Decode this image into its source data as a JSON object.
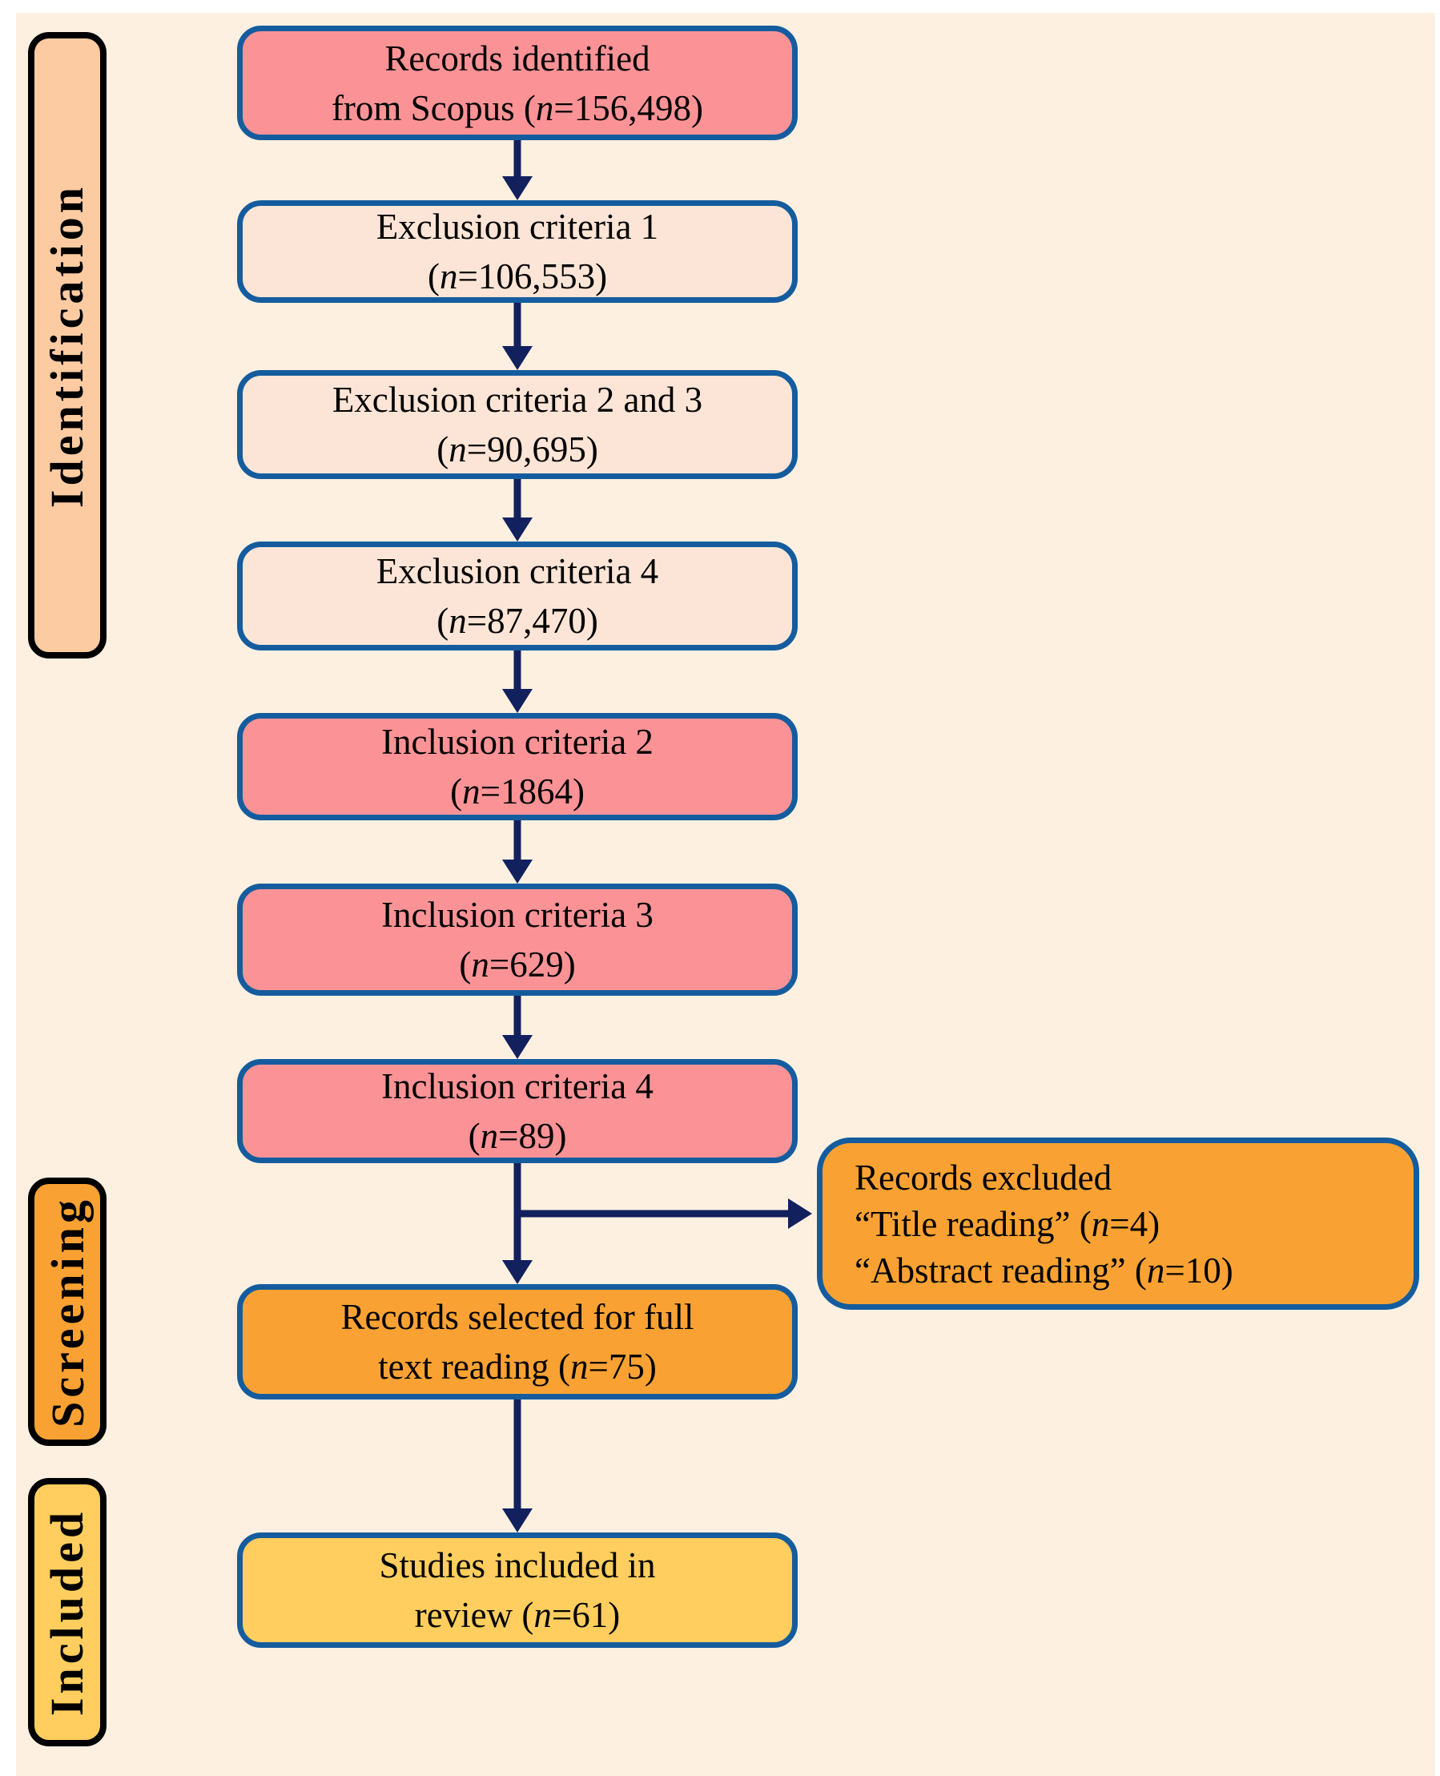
{
  "colors": {
    "background": "#FDF0E1",
    "box_border": "#145C9E",
    "sidebar_border": "#000000",
    "arrow": "#12205E",
    "salmon": "#FB9396",
    "cream": "#FCE5D6",
    "orange": "#F9A233",
    "yellow": "#FFCE5E",
    "peach": "#FDCBA2"
  },
  "sidebar": {
    "stages": [
      {
        "label": "Identification",
        "fill": "#FDCBA2"
      },
      {
        "label": "Screening",
        "fill": "#F9A233"
      },
      {
        "label": "Included",
        "fill": "#FFCE5E"
      }
    ]
  },
  "flow": {
    "boxes": [
      {
        "id": "records-identified",
        "fill": "#FB9396",
        "lines": [
          {
            "pre": "Records identified",
            "n": "",
            "post": ""
          },
          {
            "pre": "from Scopus (",
            "n": "n",
            "post": "=156,498)"
          }
        ]
      },
      {
        "id": "exclusion-criteria-1",
        "fill": "#FCE5D6",
        "lines": [
          {
            "pre": "Exclusion criteria 1",
            "n": "",
            "post": ""
          },
          {
            "pre": "(",
            "n": "n",
            "post": "=106,553)"
          }
        ]
      },
      {
        "id": "exclusion-criteria-2-and-3",
        "fill": "#FCE5D6",
        "lines": [
          {
            "pre": "Exclusion criteria 2 and 3",
            "n": "",
            "post": ""
          },
          {
            "pre": "(",
            "n": "n",
            "post": "=90,695)"
          }
        ]
      },
      {
        "id": "exclusion-criteria-4",
        "fill": "#FCE5D6",
        "lines": [
          {
            "pre": "Exclusion criteria 4",
            "n": "",
            "post": ""
          },
          {
            "pre": "(",
            "n": "n",
            "post": "=87,470)"
          }
        ]
      },
      {
        "id": "inclusion-criteria-2",
        "fill": "#FB9396",
        "lines": [
          {
            "pre": "Inclusion criteria 2",
            "n": "",
            "post": ""
          },
          {
            "pre": "(",
            "n": "n",
            "post": "=1864)"
          }
        ]
      },
      {
        "id": "inclusion-criteria-3",
        "fill": "#FB9396",
        "lines": [
          {
            "pre": "Inclusion criteria 3",
            "n": "",
            "post": ""
          },
          {
            "pre": "(",
            "n": "n",
            "post": "=629)"
          }
        ]
      },
      {
        "id": "inclusion-criteria-4",
        "fill": "#FB9396",
        "lines": [
          {
            "pre": "Inclusion criteria 4",
            "n": "",
            "post": ""
          },
          {
            "pre": "(",
            "n": "n",
            "post": "=89)"
          }
        ]
      },
      {
        "id": "records-selected-full-text",
        "fill": "#F9A233",
        "lines": [
          {
            "pre": "Records selected for full",
            "n": "",
            "post": ""
          },
          {
            "pre": "text reading (",
            "n": "n",
            "post": "=75)"
          }
        ]
      },
      {
        "id": "studies-included-in-review",
        "fill": "#FFCE5E",
        "lines": [
          {
            "pre": "Studies included in",
            "n": "",
            "post": ""
          },
          {
            "pre": "review (",
            "n": "n",
            "post": "=61)"
          }
        ]
      }
    ],
    "side_box": {
      "id": "records-excluded",
      "fill": "#F9A233",
      "lines": [
        {
          "pre": "Records excluded",
          "n": "",
          "post": ""
        },
        {
          "pre": "“Title reading” (",
          "n": "n",
          "post": "=4)"
        },
        {
          "pre": "“Abstract reading” (",
          "n": "n",
          "post": "=10)"
        }
      ]
    }
  }
}
